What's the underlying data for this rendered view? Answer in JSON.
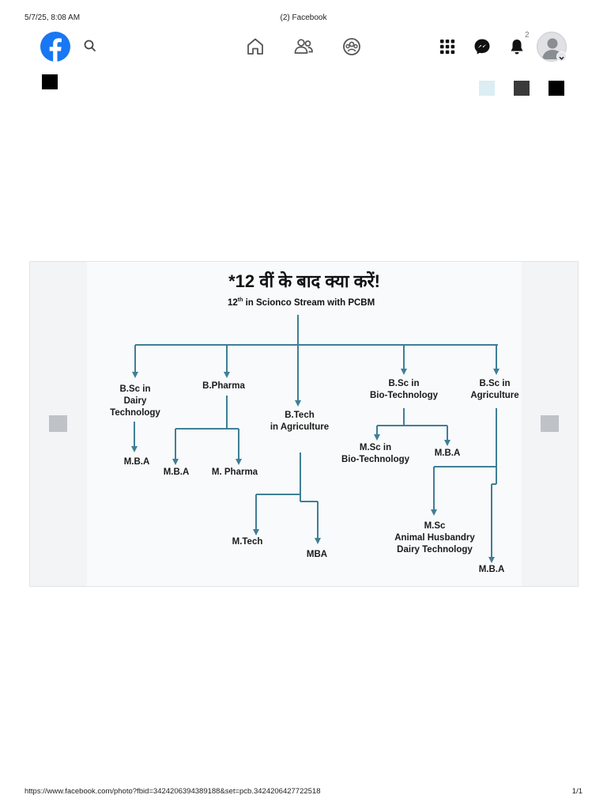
{
  "print_header": {
    "timestamp": "5/7/25, 8:08 AM",
    "page_title": "(2) Facebook"
  },
  "print_footer": {
    "url": "https://www.facebook.com/photo?fbid=3424206394389188&set=pcb.3424206427722518",
    "page_number": "1/1"
  },
  "topbar": {
    "logo_icon": "facebook-logo-icon",
    "search_icon": "search-icon",
    "nav_icons": [
      "home-icon",
      "friends-icon",
      "groups-icon"
    ],
    "right_icons": [
      "menu-grid-icon",
      "messenger-icon",
      "bell-icon"
    ],
    "notification_count": "2"
  },
  "colors": {
    "brand": "#1877f2",
    "flow_line": "#3f7f96"
  },
  "post_image": {
    "title": "*12 वीं के बाद क्या करें!",
    "subtitle_prefix": "12",
    "subtitle_sup": "th",
    "subtitle_rest": " in Scionco Stream  with PCBM",
    "nodes": {
      "bsc_dairy": [
        "B.Sc in",
        "Dairy",
        "Technology"
      ],
      "bpharma": [
        "B.Pharma"
      ],
      "btech_agri": [
        "B.Tech",
        "in Agriculture"
      ],
      "bsc_biotech": [
        "B.Sc in",
        "Bio-Technology"
      ],
      "bsc_agri": [
        "B.Sc in",
        "Agriculture"
      ],
      "mba_1": [
        "M.B.A"
      ],
      "mba_2": [
        "M.B.A"
      ],
      "mpharma": [
        "M. Pharma"
      ],
      "msc_biotech": [
        "M.Sc in",
        "Bio-Technology"
      ],
      "mba_3": [
        "M.B.A"
      ],
      "mtech": [
        "M.Tech"
      ],
      "mba_4": [
        "MBA"
      ],
      "msc_animal": [
        "M.Sc",
        "Animal Husbandry",
        "Dairy Technology"
      ],
      "mba_5": [
        "M.B.A"
      ]
    }
  }
}
